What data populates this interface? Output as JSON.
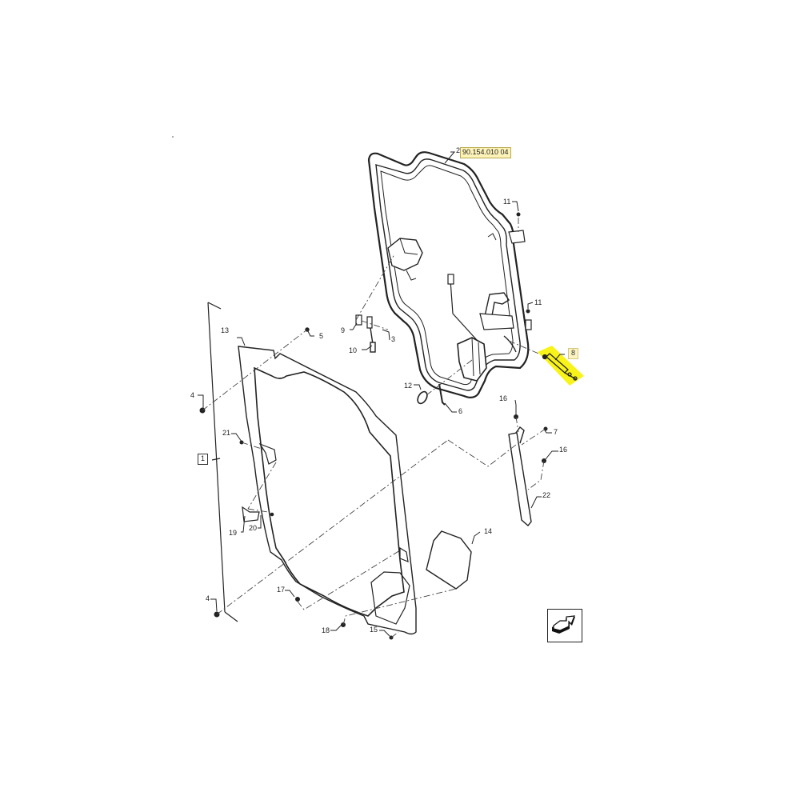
{
  "diagram": {
    "type": "exploded parts diagram",
    "subject": "cab door assembly",
    "reference_link": "90.154.010 04",
    "highlight_color": "#f7f200",
    "highlighted_item": "8",
    "callouts": [
      {
        "id": "c1",
        "label": "1",
        "boxed": true
      },
      {
        "id": "c2",
        "label": "2"
      },
      {
        "id": "c3",
        "label": "3"
      },
      {
        "id": "c4a",
        "label": "4"
      },
      {
        "id": "c4b",
        "label": "4"
      },
      {
        "id": "c5",
        "label": "5"
      },
      {
        "id": "c6",
        "label": "6"
      },
      {
        "id": "c7",
        "label": "7"
      },
      {
        "id": "c8",
        "label": "8",
        "highlighted": true
      },
      {
        "id": "c9",
        "label": "9"
      },
      {
        "id": "c10",
        "label": "10"
      },
      {
        "id": "c11a",
        "label": "11"
      },
      {
        "id": "c11b",
        "label": "11"
      },
      {
        "id": "c12",
        "label": "12"
      },
      {
        "id": "c13",
        "label": "13"
      },
      {
        "id": "c14",
        "label": "14"
      },
      {
        "id": "c15",
        "label": "15"
      },
      {
        "id": "c16a",
        "label": "16"
      },
      {
        "id": "c16b",
        "label": "16"
      },
      {
        "id": "c17",
        "label": "17"
      },
      {
        "id": "c18",
        "label": "18"
      },
      {
        "id": "c19",
        "label": "19"
      },
      {
        "id": "c20",
        "label": "20"
      },
      {
        "id": "c21",
        "label": "21"
      },
      {
        "id": "c22",
        "label": "22"
      }
    ],
    "nav_icon": "next-page-arrow-icon"
  }
}
